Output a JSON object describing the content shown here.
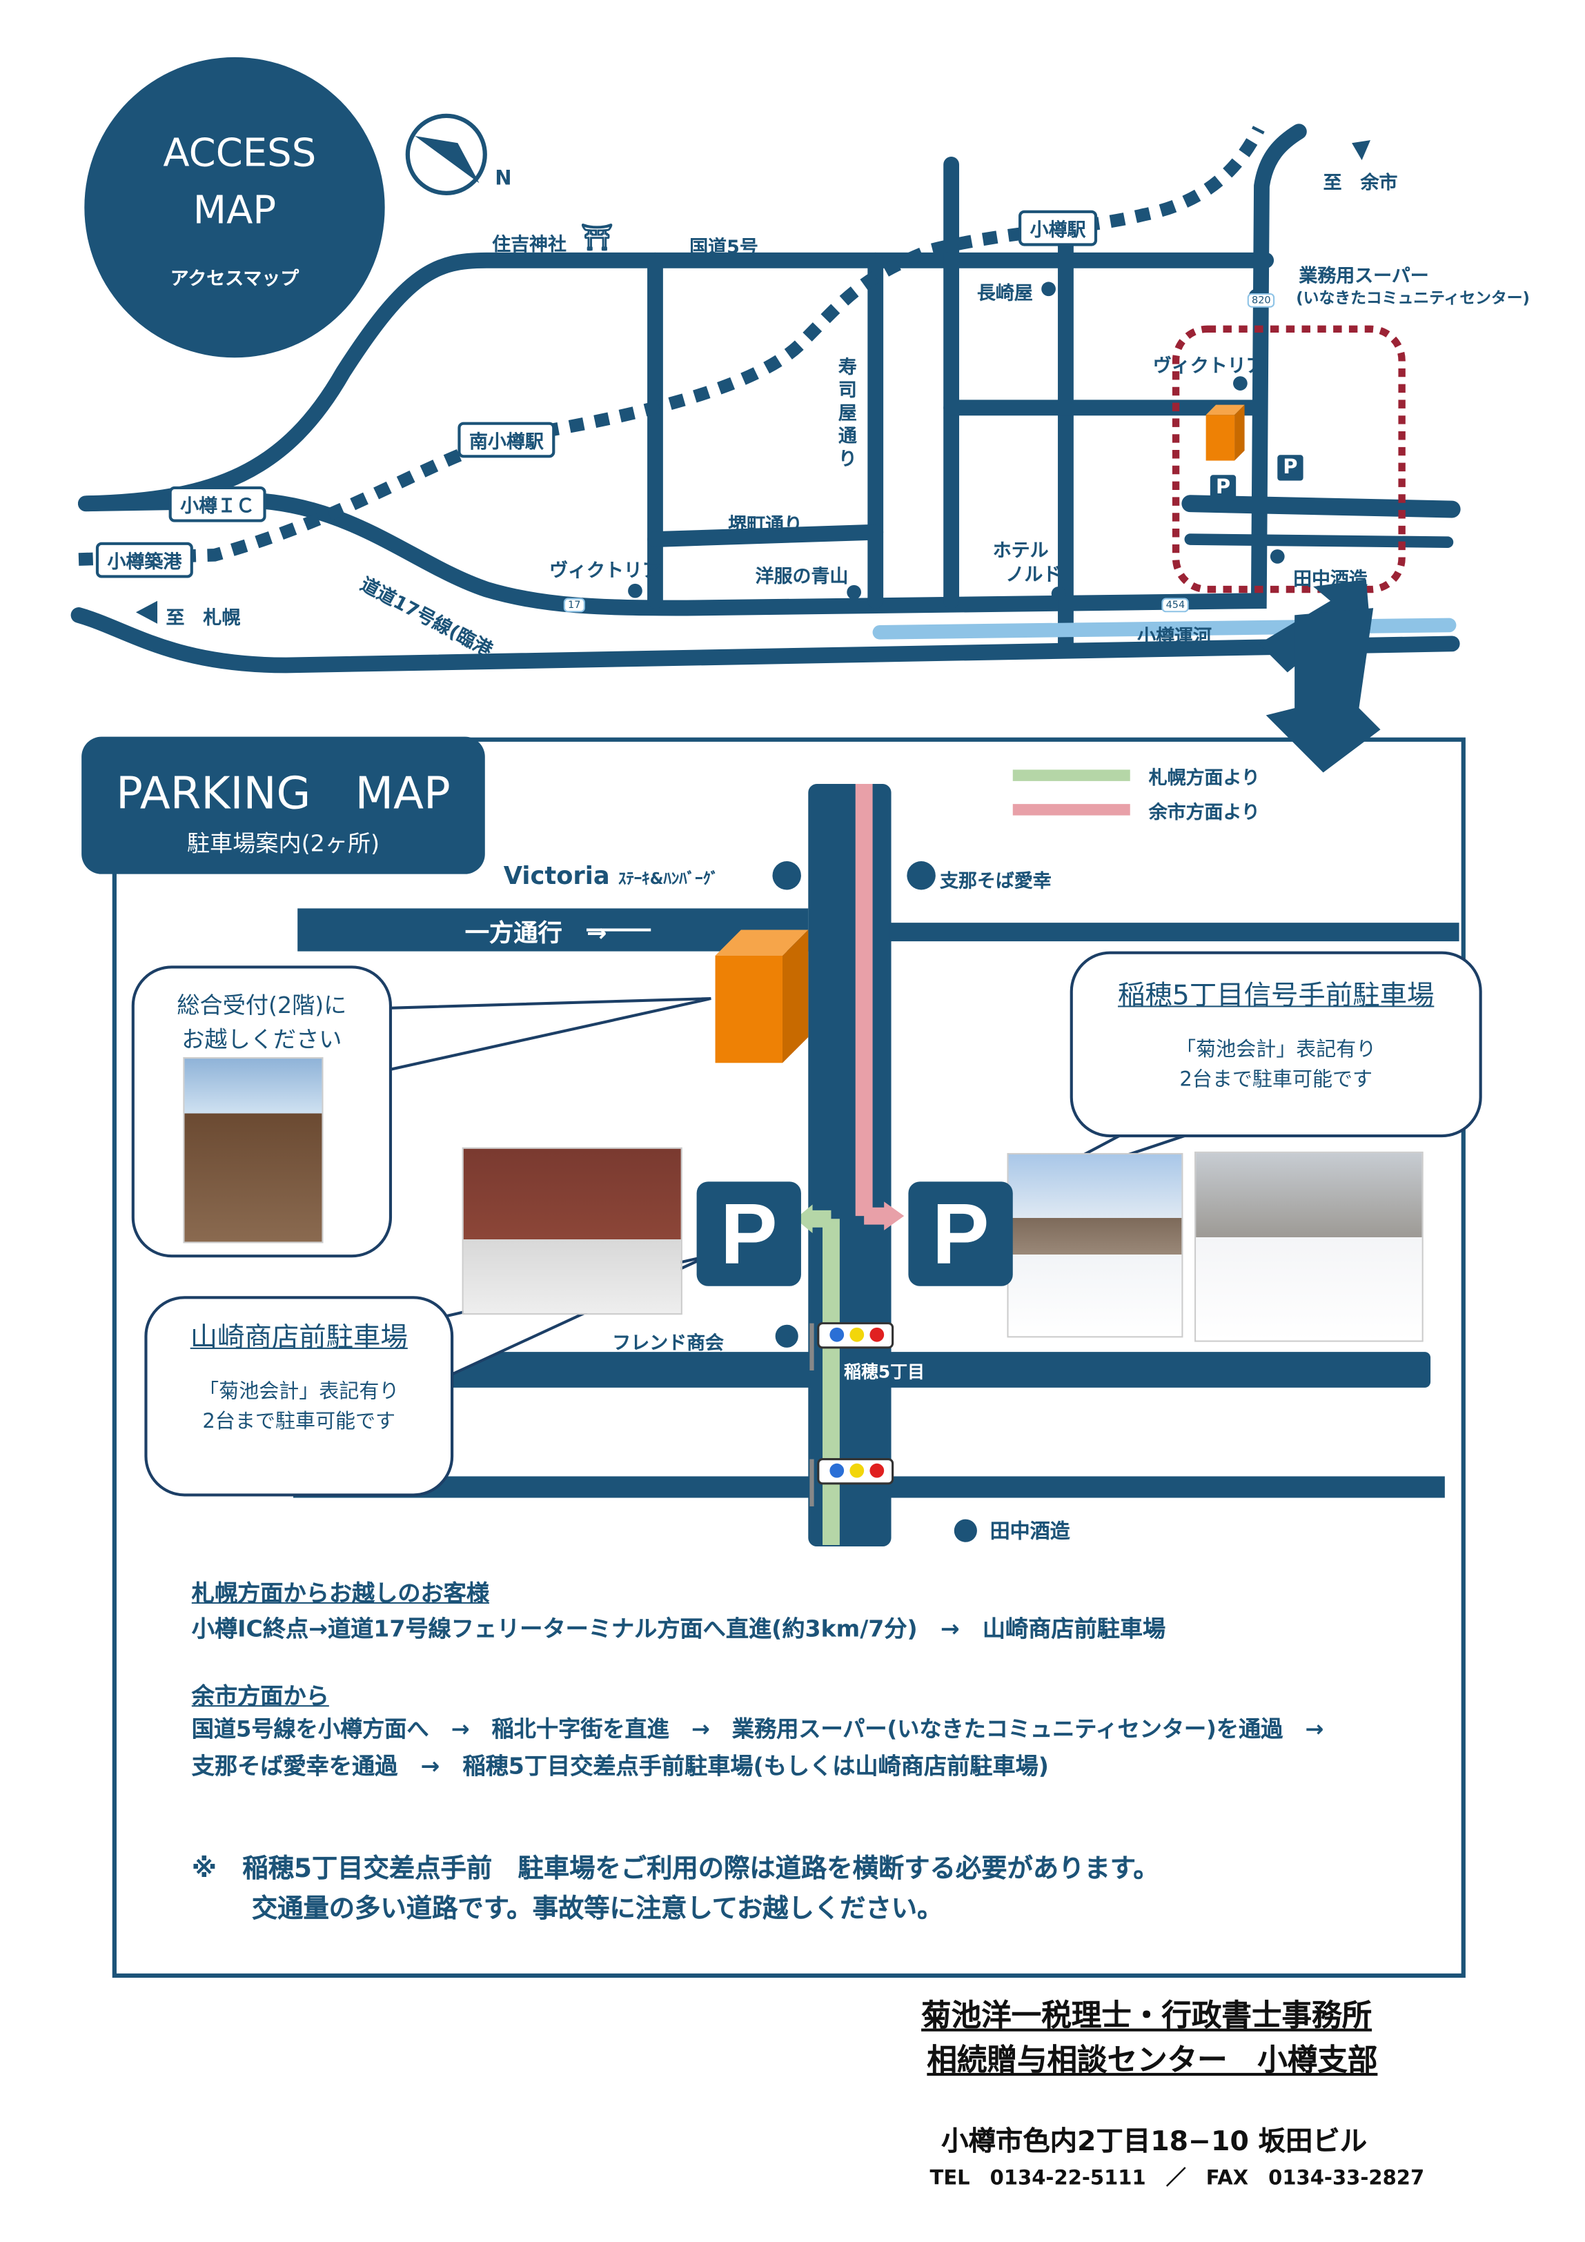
{
  "access_map": {
    "title_line1": "ACCESS",
    "title_line2": "MAP",
    "subtitle": "アクセスマップ",
    "compass_label": "N",
    "labels": {
      "sumiyoshi": "住吉神社",
      "route5": "国道5号",
      "otaru_station": "小樽駅",
      "to_yoichi": "至　余市",
      "gyomu_super_1": "業務用スーパー",
      "gyomu_super_2": "(いなきたコミュニティセンター)",
      "nagasakiya": "長崎屋",
      "victoria_top": "ヴィクトリア",
      "sushiya_dori": "寿司屋通り",
      "minami_otaru": "南小樽駅",
      "otaru_ic": "小樽ＩＣ",
      "otaru_chikko": "小樽築港",
      "sakaimachi": "堺町通り",
      "victoria_bottom": "ヴィクトリア",
      "aoyama": "洋服の青山",
      "hotel_nord_1": "ホテル",
      "hotel_nord_2": "ノルド",
      "tanaka_sake": "田中酒造",
      "route17": "道道17号線(臨港",
      "to_sapporo": "至　札幌",
      "canal": "小樽運河",
      "shield17": "17",
      "shield454": "454",
      "shield820": "820",
      "parking": "P"
    }
  },
  "parking_map": {
    "title": "PARKING　MAP",
    "subtitle": "駐車場案内(2ヶ所)",
    "legend": [
      {
        "label": "札幌方面より",
        "color": "#b5d6a7"
      },
      {
        "label": "余市方面より",
        "color": "#e8a0a8"
      }
    ],
    "victoria": "Victoria",
    "victoria_sub": "ｽﾃｰｷ&ﾊﾝﾊﾞｰｸﾞ",
    "shina_soba": "支那そば愛幸",
    "one_way": "一方通行　→",
    "reception_1": "総合受付(2階)に",
    "reception_2": "お越しください",
    "lot_right": {
      "title": "稲穂5丁目信号手前駐車場",
      "line1": "「菊池会計」表記有り",
      "line2": "2台まで駐車可能です"
    },
    "lot_left": {
      "title": "山崎商店前駐車場",
      "line1": "「菊池会計」表記有り",
      "line2": "2台まで駐車可能です"
    },
    "parking_letter": "P",
    "friend": "フレンド商会",
    "inaho": "稲穂5丁目",
    "tanaka": "田中酒造"
  },
  "directions": {
    "sapporo_heading": "札幌方面からお越しのお客様",
    "sapporo_text": "小樽IC終点→道道17号線フェリーターミナル方面へ直進(約3km/7分)　→　山崎商店前駐車場",
    "yoichi_heading": "余市方面から",
    "yoichi_line1": "国道5号線を小樽方面へ　→　稲北十字街を直進　→　業務用スーパー(いなきたコミュニティセンター)を通過　→",
    "yoichi_line2": "支那そば愛幸を通過　→　稲穂5丁目交差点手前駐車場(もしくは山崎商店前駐車場)",
    "note_line1": "※　稲穂5丁目交差点手前　駐車場をご利用の際は道路を横断する必要があります。",
    "note_line2": "交通量の多い道路です。事故等に注意してお越しください。"
  },
  "footer": {
    "office": "菊池洋一税理士・行政書士事務所",
    "center": "相続贈与相談センター　小樽支部",
    "address": "小樽市色内2丁目18−10 坂田ビル",
    "phone": "TEL　0134-22-5111　／　FAX　0134-33-2827"
  },
  "colors": {
    "navy": "#1c5378",
    "orange": "#ee8105",
    "dotted_red": "#9b2335",
    "canal": "#8ec3e6"
  }
}
